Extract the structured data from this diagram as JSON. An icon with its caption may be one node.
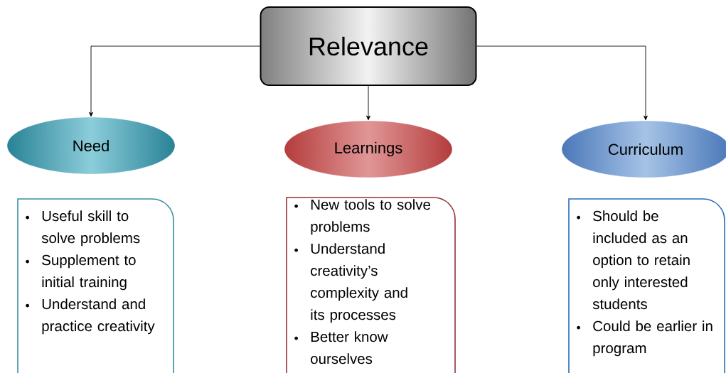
{
  "diagram": {
    "nodes": [
      {
        "text": [
          "Relevance"
        ]
      },
      {
        "text": [
          "Need"
        ]
      },
      {
        "text": [
          "Learnings"
        ]
      },
      {
        "text": [
          "Curriculum"
        ]
      },
      {
        "text": [
          "Useful skill to solve problems",
          "Supplement to initial training",
          "Understand and practice creativity"
        ]
      },
      {
        "text": [
          "New tools to solve problems",
          "Understand creativity’s complexity and its processes",
          "Better know ourselves"
        ]
      },
      {
        "text": [
          "Should be included as an option to retain only interested students",
          "Could be earlier in program"
        ]
      }
    ],
    "edges": [
      {
        "from": 0,
        "to": 1,
        "arrow": "to"
      },
      {
        "from": 0,
        "to": 2,
        "arrow": "to"
      },
      {
        "from": 0,
        "to": 3,
        "arrow": "to"
      }
    ]
  }
}
